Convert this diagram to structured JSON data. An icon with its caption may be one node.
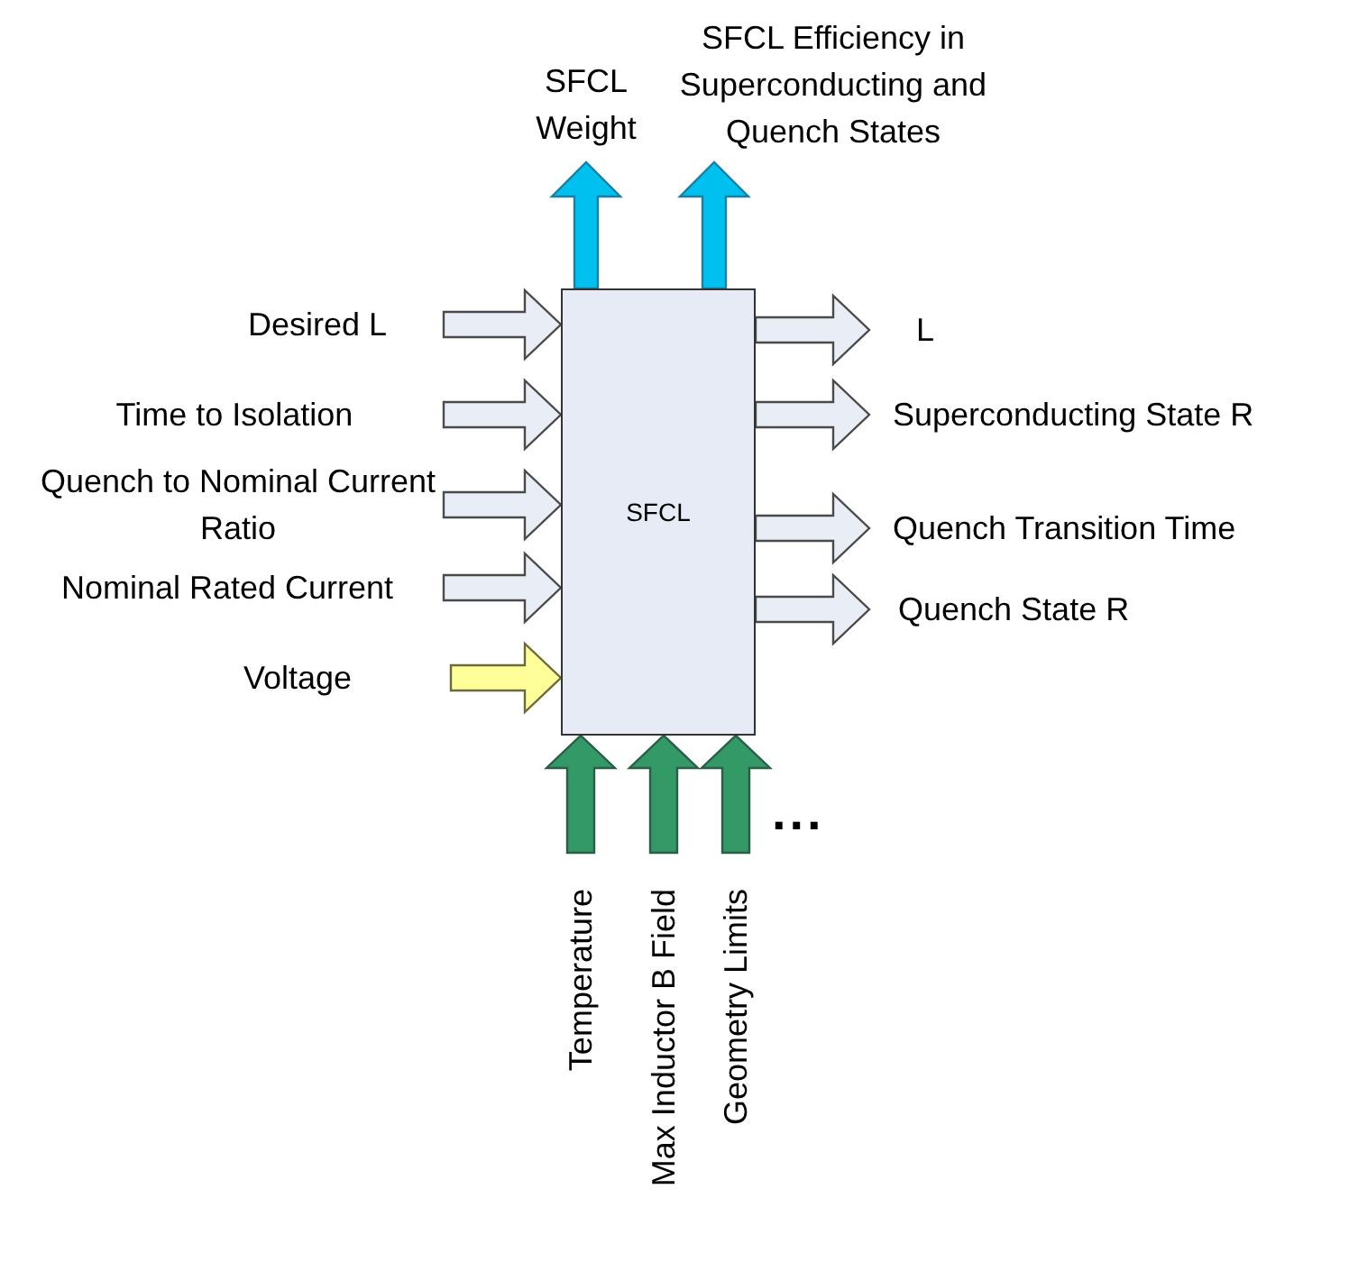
{
  "diagram": {
    "nodes": [
      {
        "text": [
          "SFCL"
        ]
      },
      {
        "text": [
          "SFCL Weight"
        ]
      },
      {
        "text": [
          "SFCL Efficiency in Superconducting and Quench States"
        ]
      },
      {
        "text": [
          "Desired L"
        ]
      },
      {
        "text": [
          "Time to Isolation"
        ]
      },
      {
        "text": [
          "Quench to Nominal Current Ratio"
        ]
      },
      {
        "text": [
          "Nominal Rated Current"
        ]
      },
      {
        "text": [
          "Voltage"
        ]
      },
      {
        "text": [
          "L"
        ]
      },
      {
        "text": [
          "Superconducting State R"
        ]
      },
      {
        "text": [
          "Quench Transition Time"
        ]
      },
      {
        "text": [
          "Quench State R"
        ]
      },
      {
        "text": [
          "Temperature"
        ]
      },
      {
        "text": [
          "Max Inductor B Field"
        ]
      },
      {
        "text": [
          "Geometry Limits"
        ]
      }
    ],
    "edges": [
      {
        "from": 0,
        "to": 1,
        "arrow": "to",
        "color": "#00c0f0"
      },
      {
        "from": 0,
        "to": 2,
        "arrow": "to",
        "color": "#00c0f0"
      },
      {
        "from": 3,
        "to": 0,
        "arrow": "to"
      },
      {
        "from": 4,
        "to": 0,
        "arrow": "to"
      },
      {
        "from": 5,
        "to": 0,
        "arrow": "to"
      },
      {
        "from": 6,
        "to": 0,
        "arrow": "to"
      },
      {
        "from": 7,
        "to": 0,
        "arrow": "to",
        "color": "#ffff99"
      },
      {
        "from": 0,
        "to": 8,
        "arrow": "to"
      },
      {
        "from": 0,
        "to": 9,
        "arrow": "to"
      },
      {
        "from": 0,
        "to": 10,
        "arrow": "to"
      },
      {
        "from": 0,
        "to": 11,
        "arrow": "to"
      },
      {
        "from": 12,
        "to": 0,
        "arrow": "to",
        "color": "#339966"
      },
      {
        "from": 13,
        "to": 0,
        "arrow": "to",
        "color": "#339966"
      },
      {
        "from": 14,
        "to": 0,
        "arrow": "to",
        "color": "#339966"
      }
    ],
    "labels": [
      "..."
    ]
  }
}
